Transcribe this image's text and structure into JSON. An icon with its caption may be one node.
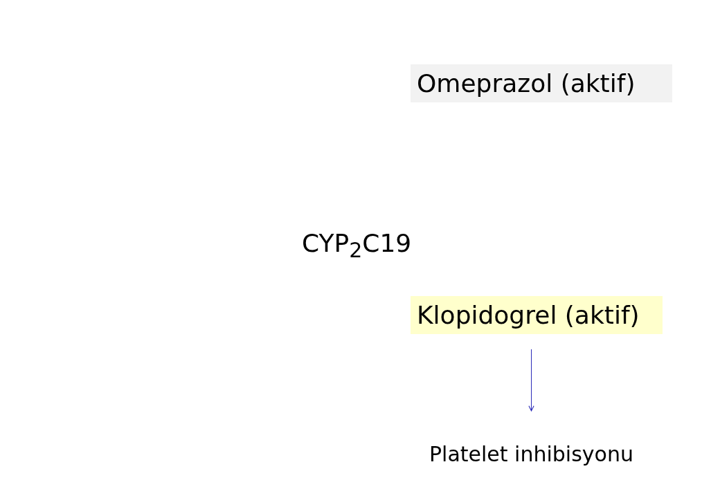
{
  "diagram": {
    "nodes": [
      {
        "text": [
          "Omeprazol (aktif)"
        ]
      },
      {
        "text": [
          "Klopidogrel (aktif)"
        ]
      },
      {
        "text": [
          "Platelet inhibisyonu"
        ]
      }
    ],
    "edges": [
      {
        "from": 1,
        "to": 2,
        "arrow": "to",
        "color": "#2a2ab8"
      }
    ],
    "labels": [
      "CYP$_{2}$C19"
    ]
  }
}
